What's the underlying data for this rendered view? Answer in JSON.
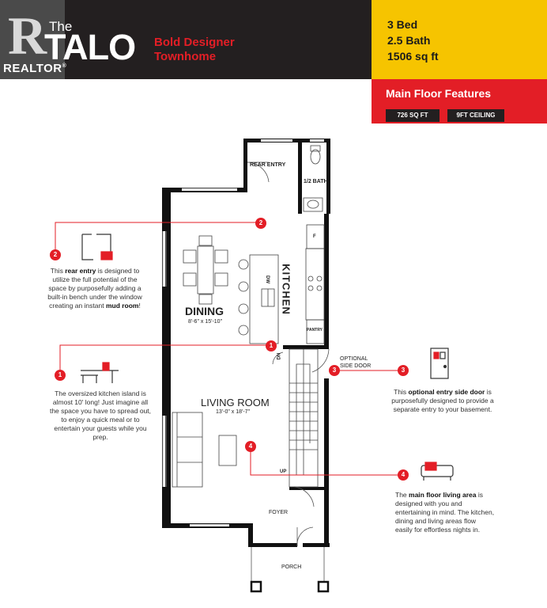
{
  "brand": {
    "realtor": "REALTOR",
    "logo_mark": "R",
    "the": "The",
    "name": "TALO",
    "tagline_1": "Bold Designer",
    "tagline_2": "Townhome"
  },
  "specs": {
    "beds": "3 Bed",
    "baths": "2.5 Bath",
    "sqft": "1506 sq ft"
  },
  "features": {
    "title": "Main Floor Features",
    "pill_1": "726 SQ FT",
    "pill_2": "9FT CEILING"
  },
  "rooms": {
    "rear_entry": "REAR ENTRY",
    "half_bath": "1/2 BATH",
    "kitchen": "KITCHEN",
    "dining": "DINING",
    "dining_dims": "8'-6\" x 15'-10\"",
    "dw": "DW",
    "fridge": "F",
    "pantry": "PANTRY",
    "optional_side_door": "OPTIONAL SIDE DOOR",
    "living_room": "LIVING ROOM",
    "living_dims": "13'-0\" x 18'-7\"",
    "dn": "DN",
    "up": "UP",
    "foyer": "FOYER",
    "porch": "PORCH"
  },
  "callouts": {
    "c1": {
      "num": "1",
      "text": "The oversized kitchen island is almost 10' long! Just imagine all the space you have to spread out, to enjoy a quick meal or to entertain your guests while you prep."
    },
    "c2": {
      "num": "2",
      "pre": "This ",
      "bold": "rear entry",
      "mid": " is designed to utilize the full potential of the space by purposefully adding a built-in bench under the window creating an instant ",
      "bold2": "mud room",
      "post": "!"
    },
    "c3": {
      "num": "3",
      "pre": "This ",
      "bold": "optional entry side door",
      "post": " is purposefully designed to provide a separate entry to your basement."
    },
    "c4": {
      "num": "4",
      "pre": "The ",
      "bold": "main floor living area",
      "post": " is designed with you and entertaining in mind. The kitchen, dining and living areas flow easily for effortless nights in."
    }
  },
  "colors": {
    "accent_red": "#e31e26",
    "yellow": "#f6c400",
    "dark": "#231f20"
  },
  "icons": [
    "mudroom-bench-icon",
    "kitchen-island-icon",
    "side-door-icon",
    "sofa-icon"
  ]
}
